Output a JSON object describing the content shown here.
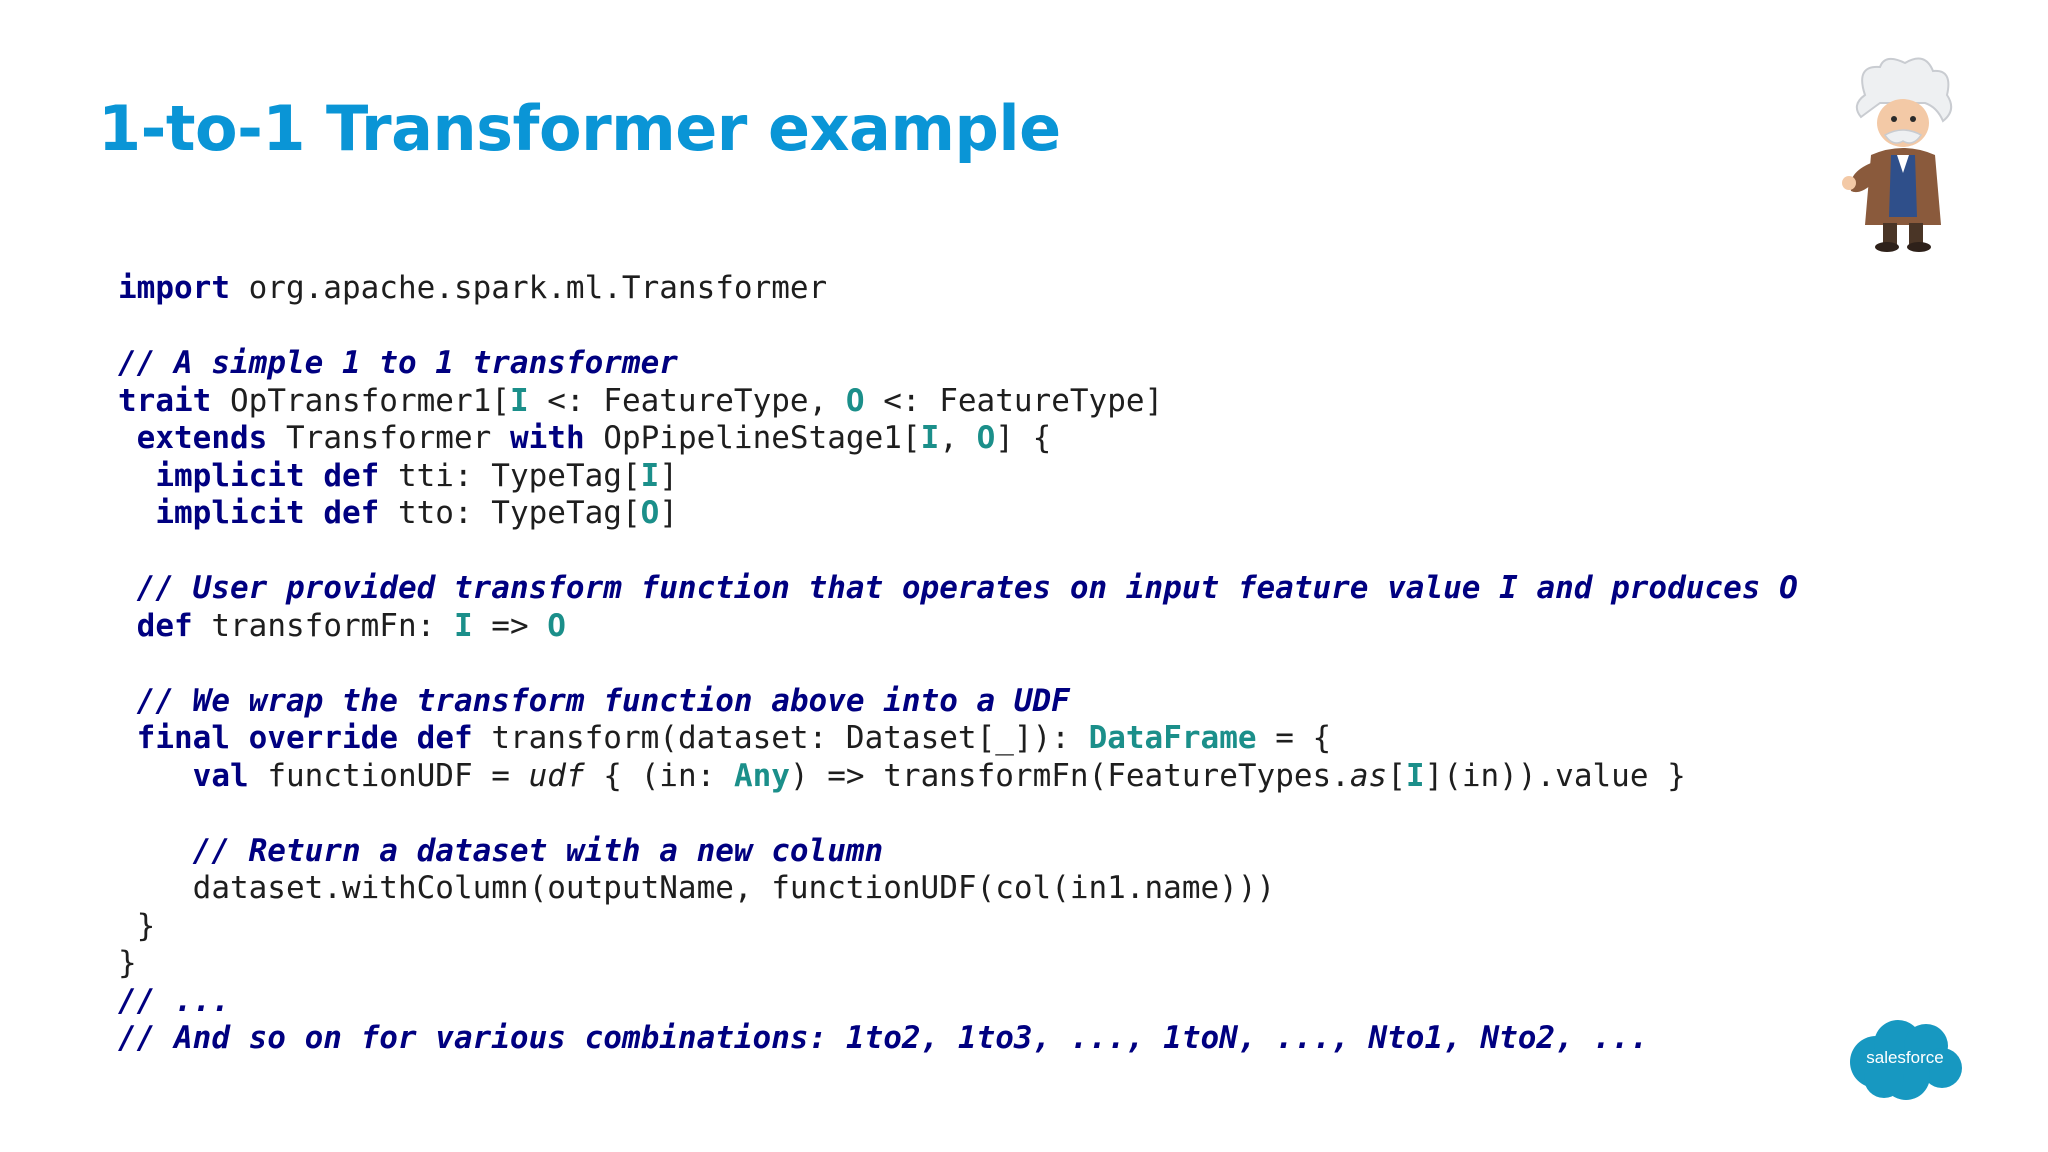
{
  "slide": {
    "title": "1-to-1 Transformer example"
  },
  "brand": {
    "accent_color": "#0a95d6",
    "keyword_color": "#000080",
    "type_color": "#1b8f8a",
    "logo_text": "salesforce",
    "logo_color": "#1798c1",
    "mascot_icon": "einstein-mascot"
  },
  "code": {
    "lines": [
      [
        {
          "t": "kw",
          "s": "import"
        },
        {
          "t": "plain",
          "s": " org.apache.spark.ml.Transformer"
        }
      ],
      [],
      [
        {
          "t": "com",
          "s": "// A simple 1 to 1 transformer"
        }
      ],
      [
        {
          "t": "kw",
          "s": "trait"
        },
        {
          "t": "plain",
          "s": " OpTransformer1["
        },
        {
          "t": "type",
          "s": "I"
        },
        {
          "t": "plain",
          "s": " <: FeatureType, "
        },
        {
          "t": "type",
          "s": "O"
        },
        {
          "t": "plain",
          "s": " <: FeatureType]"
        }
      ],
      [
        {
          "t": "plain",
          "s": " "
        },
        {
          "t": "kw",
          "s": "extends"
        },
        {
          "t": "plain",
          "s": " Transformer "
        },
        {
          "t": "kw",
          "s": "with"
        },
        {
          "t": "plain",
          "s": " OpPipelineStage1["
        },
        {
          "t": "type",
          "s": "I"
        },
        {
          "t": "plain",
          "s": ", "
        },
        {
          "t": "type",
          "s": "O"
        },
        {
          "t": "plain",
          "s": "] {"
        }
      ],
      [
        {
          "t": "plain",
          "s": "  "
        },
        {
          "t": "kw",
          "s": "implicit"
        },
        {
          "t": "plain",
          "s": " "
        },
        {
          "t": "kw",
          "s": "def"
        },
        {
          "t": "plain",
          "s": " tti: TypeTag["
        },
        {
          "t": "type",
          "s": "I"
        },
        {
          "t": "plain",
          "s": "]"
        }
      ],
      [
        {
          "t": "plain",
          "s": "  "
        },
        {
          "t": "kw",
          "s": "implicit"
        },
        {
          "t": "plain",
          "s": " "
        },
        {
          "t": "kw",
          "s": "def"
        },
        {
          "t": "plain",
          "s": " tto: TypeTag["
        },
        {
          "t": "type",
          "s": "O"
        },
        {
          "t": "plain",
          "s": "]"
        }
      ],
      [],
      [
        {
          "t": "plain",
          "s": " "
        },
        {
          "t": "com",
          "s": "// User provided transform function that operates on input feature value I and produces O"
        }
      ],
      [
        {
          "t": "plain",
          "s": " "
        },
        {
          "t": "kw",
          "s": "def"
        },
        {
          "t": "plain",
          "s": " transformFn: "
        },
        {
          "t": "type",
          "s": "I"
        },
        {
          "t": "plain",
          "s": " => "
        },
        {
          "t": "type",
          "s": "O"
        }
      ],
      [],
      [
        {
          "t": "plain",
          "s": " "
        },
        {
          "t": "com",
          "s": "// We wrap the transform function above into a UDF"
        }
      ],
      [
        {
          "t": "plain",
          "s": " "
        },
        {
          "t": "kw",
          "s": "final"
        },
        {
          "t": "plain",
          "s": " "
        },
        {
          "t": "kw",
          "s": "override"
        },
        {
          "t": "plain",
          "s": " "
        },
        {
          "t": "kw",
          "s": "def"
        },
        {
          "t": "plain",
          "s": " transform(dataset: Dataset[_]): "
        },
        {
          "t": "type",
          "s": "DataFrame"
        },
        {
          "t": "plain",
          "s": " = {"
        }
      ],
      [
        {
          "t": "plain",
          "s": "    "
        },
        {
          "t": "kw",
          "s": "val"
        },
        {
          "t": "plain",
          "s": " functionUDF = "
        },
        {
          "t": "it",
          "s": "udf"
        },
        {
          "t": "plain",
          "s": " { (in: "
        },
        {
          "t": "type",
          "s": "Any"
        },
        {
          "t": "plain",
          "s": ") => transformFn(FeatureTypes."
        },
        {
          "t": "it",
          "s": "as"
        },
        {
          "t": "plain",
          "s": "["
        },
        {
          "t": "type",
          "s": "I"
        },
        {
          "t": "plain",
          "s": "](in)).value }"
        }
      ],
      [],
      [
        {
          "t": "plain",
          "s": "    "
        },
        {
          "t": "com",
          "s": "// Return a dataset with a new column"
        }
      ],
      [
        {
          "t": "plain",
          "s": "    dataset.withColumn(outputName, functionUDF(col(in1.name)))"
        }
      ],
      [
        {
          "t": "plain",
          "s": " }"
        }
      ],
      [
        {
          "t": "plain",
          "s": "}"
        }
      ],
      [
        {
          "t": "com",
          "s": "// ..."
        }
      ],
      [
        {
          "t": "com",
          "s": "// And so on for various combinations: 1to2, 1to3, ..., 1toN, ..., Nto1, Nto2, ..."
        }
      ]
    ]
  }
}
